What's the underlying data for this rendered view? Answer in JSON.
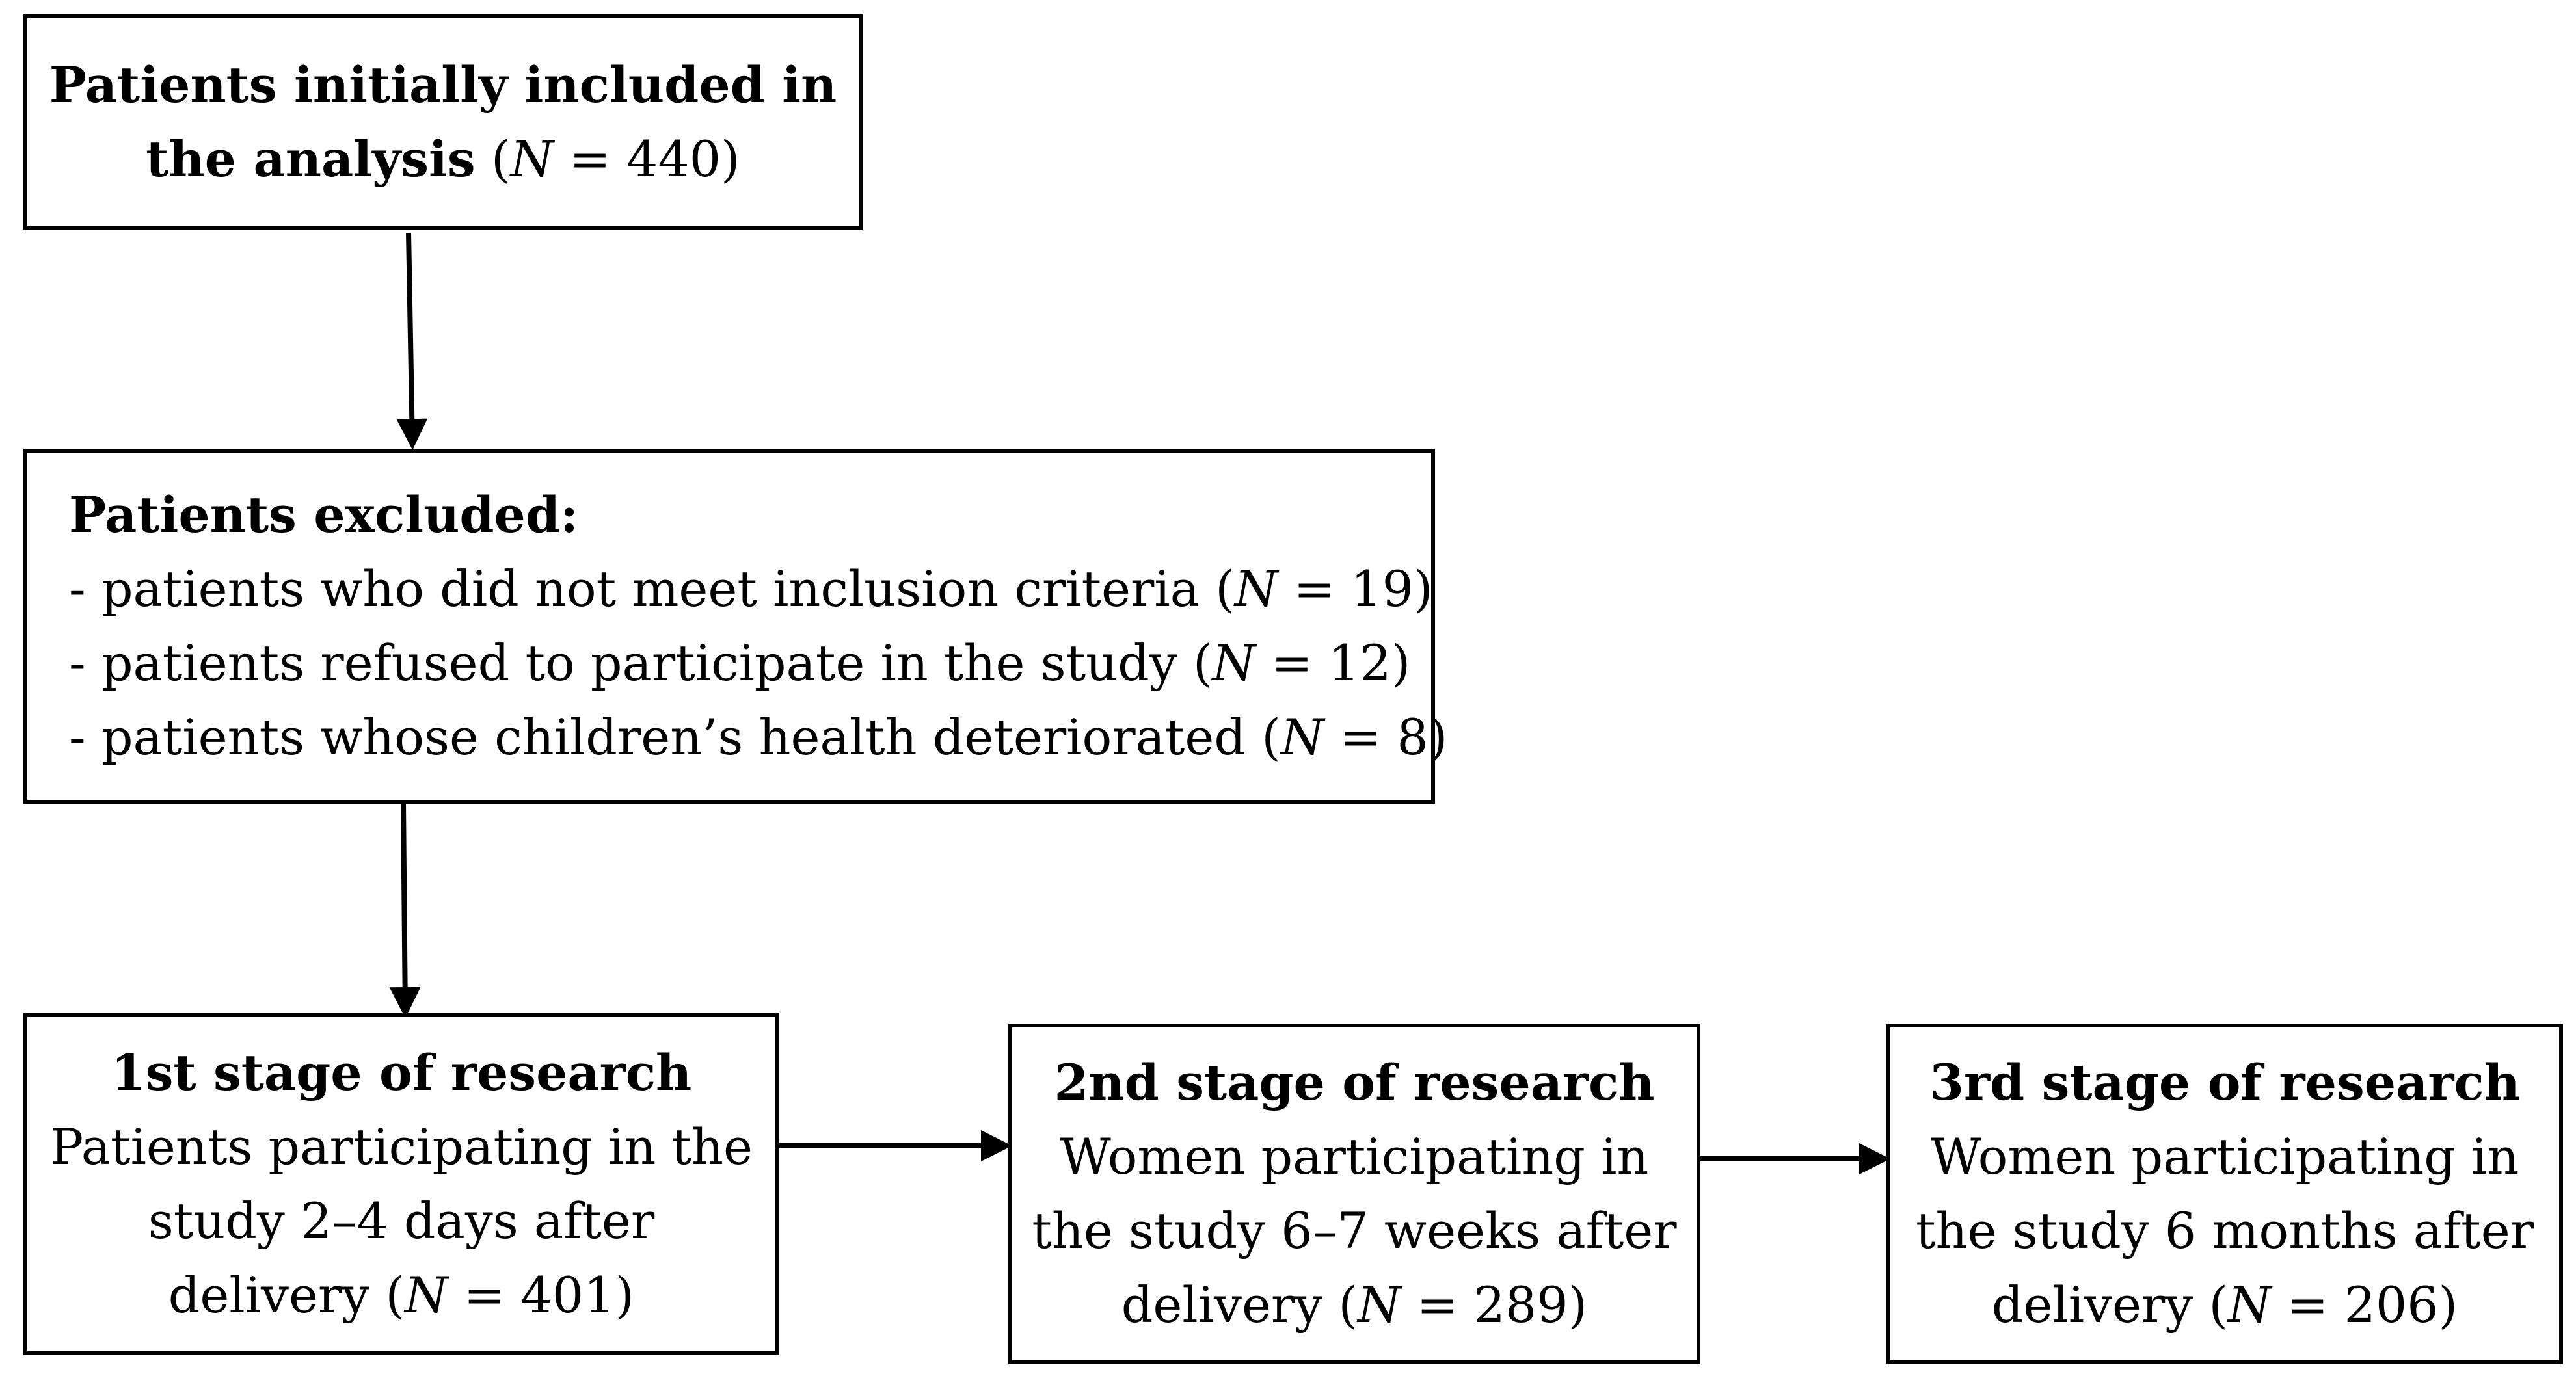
{
  "boxes": {
    "initial": {
      "line1": "Patients initially included in",
      "line2_bold": "the analysis",
      "line2_open": " (",
      "line2_n": "N",
      "line2_rest": " = 440)"
    },
    "excluded": {
      "heading": "Patients excluded:",
      "items": [
        {
          "text": "- patients who did not meet inclusion criteria (",
          "n": "N",
          "rest": " = 19)"
        },
        {
          "text": "- patients refused to participate in the study (",
          "n": "N",
          "rest": " = 12)"
        },
        {
          "text": "- patients whose children’s health deteriorated (",
          "n": "N",
          "rest": " = 8)"
        }
      ]
    },
    "stage1": {
      "title": "1st stage of research",
      "line1": "Patients participating in the",
      "line2": "study 2–4 days after",
      "line3_pre": "delivery (",
      "line3_n": "N",
      "line3_rest": " = 401)"
    },
    "stage2": {
      "title": "2nd stage of research",
      "line1": "Women participating in",
      "line2": "the study 6–7 weeks after",
      "line3_pre": "delivery (",
      "line3_n": "N",
      "line3_rest": " = 289)"
    },
    "stage3": {
      "title": "3rd stage of research",
      "line1": "Women participating in",
      "line2": "the study 6 months after",
      "line3_pre": "delivery (",
      "line3_n": "N",
      "line3_rest": " = 206)"
    }
  }
}
